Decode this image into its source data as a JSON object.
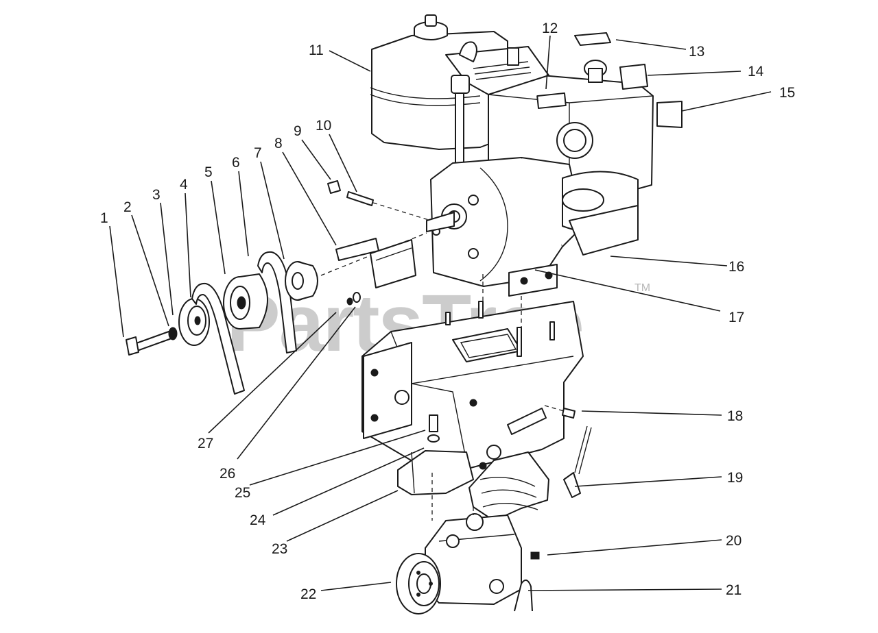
{
  "watermark": {
    "text": "PartsTree",
    "trademark": "TM"
  },
  "callouts": [
    "1",
    "2",
    "3",
    "4",
    "5",
    "6",
    "7",
    "8",
    "9",
    "10",
    "11",
    "12",
    "13",
    "14",
    "15",
    "16",
    "17",
    "18",
    "19",
    "20",
    "21",
    "22",
    "23",
    "24",
    "25",
    "26",
    "27"
  ],
  "colors": {
    "ink": "#1a1a1a",
    "paper": "#ffffff",
    "watermark": "#9a9a9a"
  }
}
